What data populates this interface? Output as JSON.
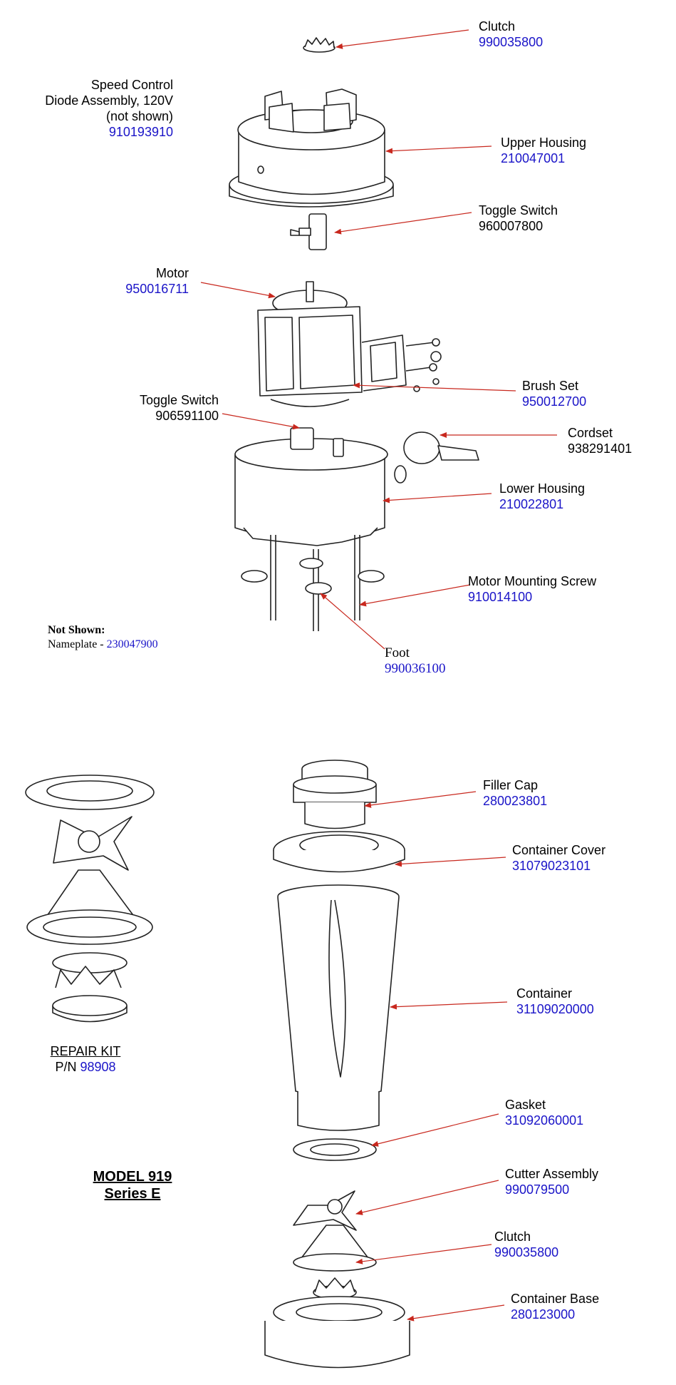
{
  "callouts": {
    "clutch_top": {
      "name": "Clutch",
      "part": "990035800"
    },
    "speed_control": {
      "line1": "Speed Control",
      "line2": "Diode Assembly, 120V",
      "line3": "(not shown)",
      "part": "910193910"
    },
    "upper_housing": {
      "name": "Upper Housing",
      "part": "210047001"
    },
    "toggle_switch_1": {
      "name": "Toggle Switch",
      "part": "960007800"
    },
    "motor": {
      "name": "Motor",
      "part": "950016711"
    },
    "brush_set": {
      "name": "Brush Set",
      "part": "950012700"
    },
    "toggle_switch_2": {
      "name": "Toggle Switch",
      "part": "906591100"
    },
    "cordset": {
      "name": "Cordset",
      "part": "938291401"
    },
    "lower_housing": {
      "name": "Lower Housing",
      "part": "210022801"
    },
    "motor_mounting_screw": {
      "name": "Motor Mounting Screw",
      "part": "910014100"
    },
    "foot": {
      "name": "Foot",
      "part": "990036100"
    },
    "not_shown": {
      "heading": "Not Shown:",
      "item": "Nameplate - ",
      "part": "230047900"
    },
    "filler_cap": {
      "name": "Filler Cap",
      "part": "280023801"
    },
    "container_cover": {
      "name": "Container Cover",
      "part": "31079023101"
    },
    "container": {
      "name": "Container",
      "part": "31109020000"
    },
    "gasket": {
      "name": "Gasket",
      "part": "31092060001"
    },
    "cutter_assembly": {
      "name": "Cutter Assembly",
      "part": "990079500"
    },
    "clutch_bottom": {
      "name": "Clutch",
      "part": "990035800"
    },
    "container_base": {
      "name": "Container Base",
      "part": "280123000"
    },
    "repair_kit": {
      "title": "REPAIR KIT",
      "pn_prefix": "P/N ",
      "part": "98908"
    },
    "model": {
      "line1": "MODEL  919",
      "line2": "Series E"
    }
  },
  "colors": {
    "part_number": "#1a14c8",
    "leader": "#c8281e",
    "line_art": "#222222"
  }
}
